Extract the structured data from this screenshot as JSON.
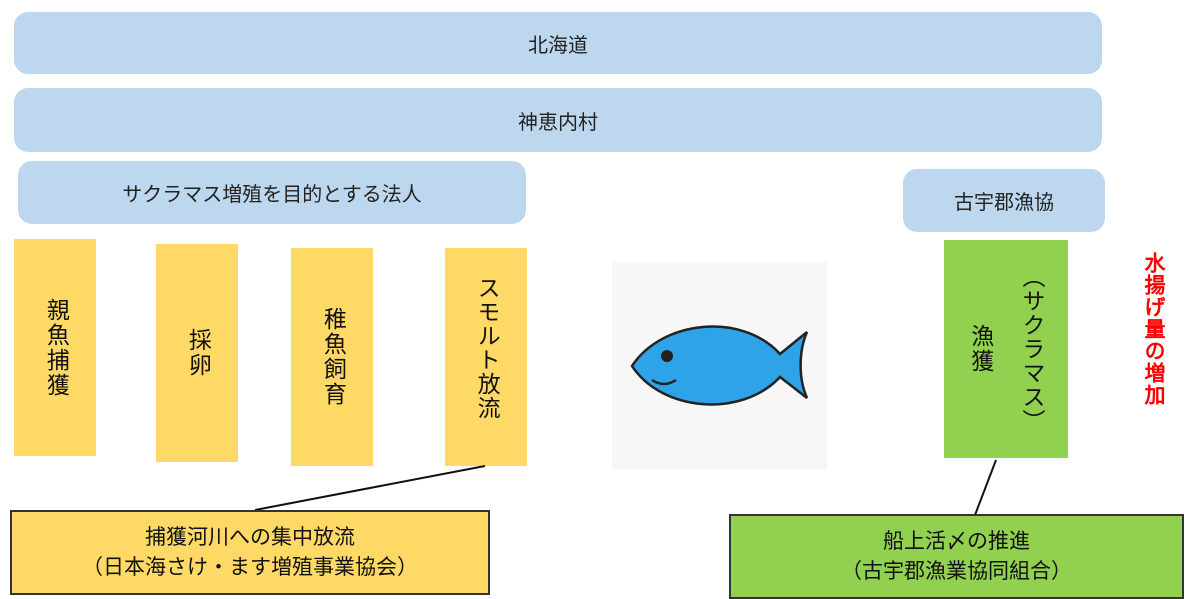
{
  "bars": {
    "hokkaido": "北海道",
    "village": "神恵内村",
    "corporation": "サクラマス増殖を目的とする法人",
    "coop": "古宇郡漁協"
  },
  "steps": {
    "broodstock": "親魚捕獲",
    "egg": "採卵",
    "fry": "稚魚飼育",
    "smolt": "スモルト放流",
    "fishing_main": "漁獲",
    "fishing_sub": "（サクラマス）"
  },
  "side_label": "水揚げ量の増加",
  "notes": {
    "left_line1": "捕獲河川への集中放流",
    "left_line2": "（日本海さけ・ます増殖事業協会）",
    "right_line1": "船上活〆の推進",
    "right_line2": "（古宇郡漁業協同組合）"
  },
  "colors": {
    "blue_bar": "#bdd7ee",
    "yellow": "#ffd966",
    "green": "#92d050",
    "red": "#ff0000",
    "fish": "#2ea3e8"
  },
  "icons": [
    "fish-icon"
  ]
}
